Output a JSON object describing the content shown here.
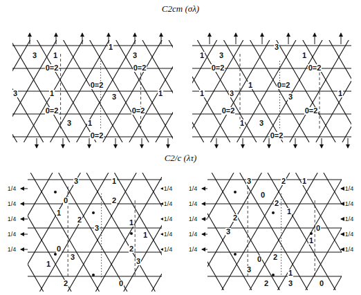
{
  "diagram": {
    "labels": [
      "C2cm (σλ)",
      "C2/c (λτ)",
      "3",
      "1",
      "0=2",
      "1",
      "3",
      "0=2",
      "0=2",
      "3",
      "1",
      "3",
      "1",
      "0=2",
      "0=2",
      "3",
      "1",
      "0=2",
      "1",
      "3",
      "0=2",
      "3",
      "1",
      "0=2",
      "1",
      "0=2",
      "1",
      "3",
      "3",
      "1",
      "0=2",
      "0=2",
      "1",
      "3",
      "0=2",
      "3",
      "1",
      "0",
      "2",
      "1",
      "2",
      "3",
      "1",
      "0",
      "3",
      "1",
      "2",
      "3",
      "2",
      "0",
      "1",
      "3",
      "2",
      "1",
      "0",
      "2",
      "1",
      "2",
      "3",
      "0",
      "1",
      "0",
      "2",
      "3",
      "1",
      "2",
      "3",
      "0",
      "1/4",
      "1/4",
      "1/4",
      "1/4",
      "1/4",
      "1/4",
      "1/4",
      "1/4",
      "1/4",
      "1/4",
      "1/4",
      "1/4",
      "1/4",
      "1/4",
      "1/4",
      "1/4",
      "1/4",
      "1/4",
      "1/4",
      "1/4"
    ]
  }
}
